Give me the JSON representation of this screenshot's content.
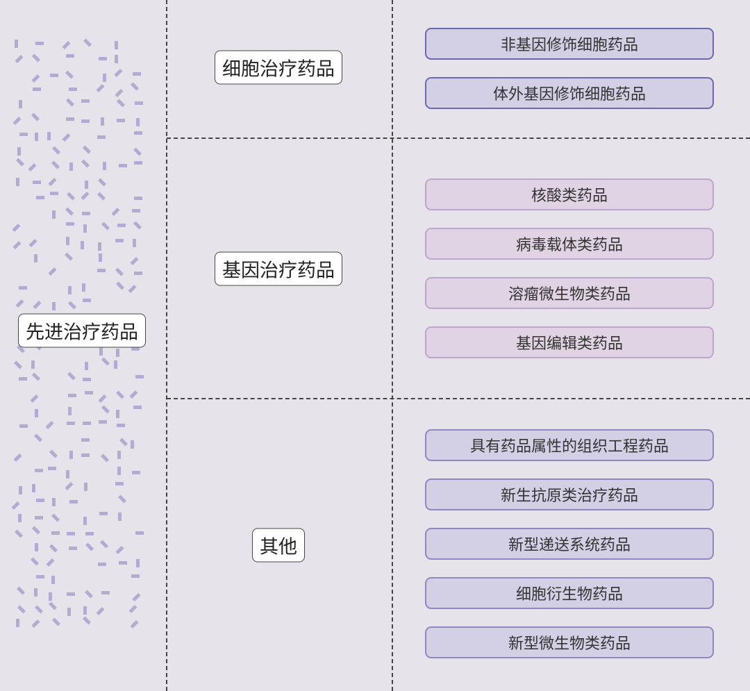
{
  "root": "先进治疗药品",
  "categories": [
    {
      "label": "细胞治疗药品",
      "items": [
        "非基因修饰细胞药品",
        "体外基因修饰细胞药品"
      ]
    },
    {
      "label": "基因治疗药品",
      "items": [
        "核酸类药品",
        "病毒载体类药品",
        "溶瘤微生物类药品",
        "基因编辑类药品"
      ]
    },
    {
      "label": "其他",
      "items": [
        "具有药品属性的组织工程药品",
        "新生抗原类治疗药品",
        "新型递送系统药品",
        "细胞衍生物药品",
        "新型微生物类药品"
      ]
    }
  ],
  "colors": {
    "background": "#e6e3ea",
    "cell_box": "#d3cfe5",
    "gene_box": "#e0d3e3",
    "other_box": "#d3cfe5"
  }
}
